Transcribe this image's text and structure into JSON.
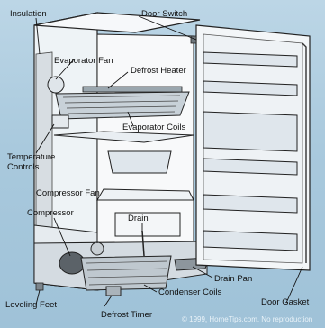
{
  "labels": {
    "insulation": "Insulation",
    "door_switch": "Door Switch",
    "evaporator_fan": "Evaporator Fan",
    "defrost_heater": "Defrost Heater",
    "evaporator_coils": "Evaporator Coils",
    "temperature_controls": "Temperature Controls",
    "compressor_fan": "Compressor Fan",
    "compressor": "Compressor",
    "drain": "Drain",
    "drain_pan": "Drain Pan",
    "condenser_coils": "Condenser Coils",
    "leveling_feet": "Leveling Feet",
    "defrost_timer": "Defrost Timer",
    "door_gasket": "Door Gasket"
  },
  "footer": {
    "copyright": "© 1999, HomeTips.com. No reproduction"
  }
}
